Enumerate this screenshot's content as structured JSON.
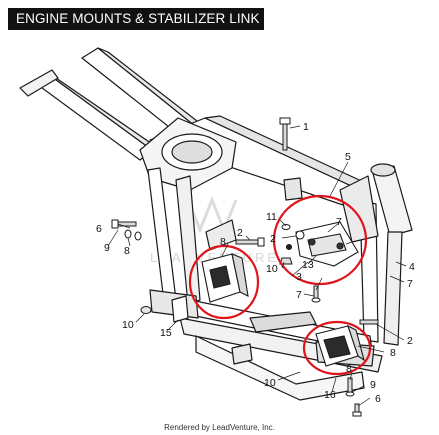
{
  "title": "ENGINE MOUNTS & STABILIZER LINK",
  "credit": "Rendered by LeadVenture, Inc.",
  "watermark": "LEADVENTURE",
  "highlight_color": "#e0141b",
  "callouts": {
    "c1": "1",
    "c2a": "2",
    "c2b": "2",
    "c2c": "2",
    "c3": "3",
    "c4": "4",
    "c5": "5",
    "c6a": "6",
    "c6b": "6",
    "c7a": "7",
    "c7b": "7",
    "c7c": "7",
    "c8a": "8",
    "c8b": "8",
    "c8c": "8",
    "c8d": "8",
    "c9a": "9",
    "c9b": "9",
    "c10a": "10",
    "c10b": "10",
    "c10c": "10",
    "c11": "11",
    "c13": "13",
    "c15": "15",
    "c16": "16"
  }
}
